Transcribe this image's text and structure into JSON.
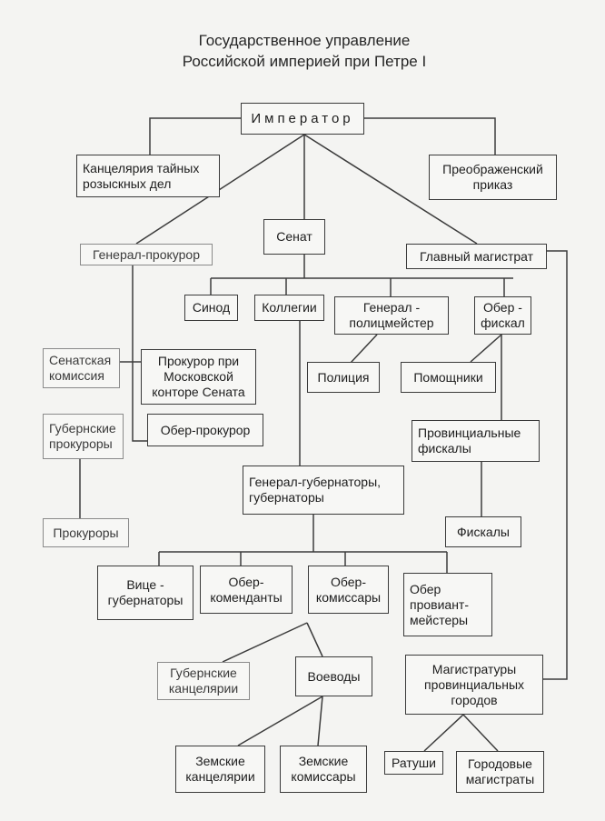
{
  "title": {
    "line1": "Государственное управление",
    "line2": "Российской империей при Петре I"
  },
  "nodes": {
    "emperor": "Император",
    "secret_chancellery": "Канцелярия тайных\nрозыскных дел",
    "preobrazhensky": "Преображенский\nприказ",
    "senate": "Сенат",
    "prosecutor_general": "Генерал-прокурор",
    "chief_magistrate": "Главный магистрат",
    "synod": "Синод",
    "collegia": "Коллегии",
    "police_master": "Генерал -\nполицмейстер",
    "ober_fiscal": "Обер -\nфискал",
    "senate_commission": "Сенатская\nкомиссия",
    "moscow_prosecutor": "Прокурор при\nМосковской\nконторе Сената",
    "police": "Полиция",
    "assistants": "Помощники",
    "gubernia_prosecutors": "Губернские\nпрокуроры",
    "ober_prosecutor": "Обер-прокурор",
    "provincial_fiscals": "Провинциальные\nфискалы",
    "governors": "Генерал-губернаторы,\nгубернаторы",
    "prosecutors": "Прокуроры",
    "fiscals": "Фискалы",
    "vice_governors": "Вице -\nгубернаторы",
    "ober_commandants": "Обер-\nкоменданты",
    "ober_commissars": "Обер-\nкомиссары",
    "ober_proviant": "Обер\nпровиант-\nмейстеры",
    "gubernia_chancelleries": "Губернские\nканцелярии",
    "voevody": "Воеводы",
    "provincial_magistrates": "Магистратуры\nпровинциальных\nгородов",
    "zemstvo_chancelleries": "Земские\nканцелярии",
    "zemstvo_commissars": "Земские\nкомиссары",
    "town_halls": "Ратуши",
    "city_magistrates": "Городовые\nмагистраты"
  }
}
